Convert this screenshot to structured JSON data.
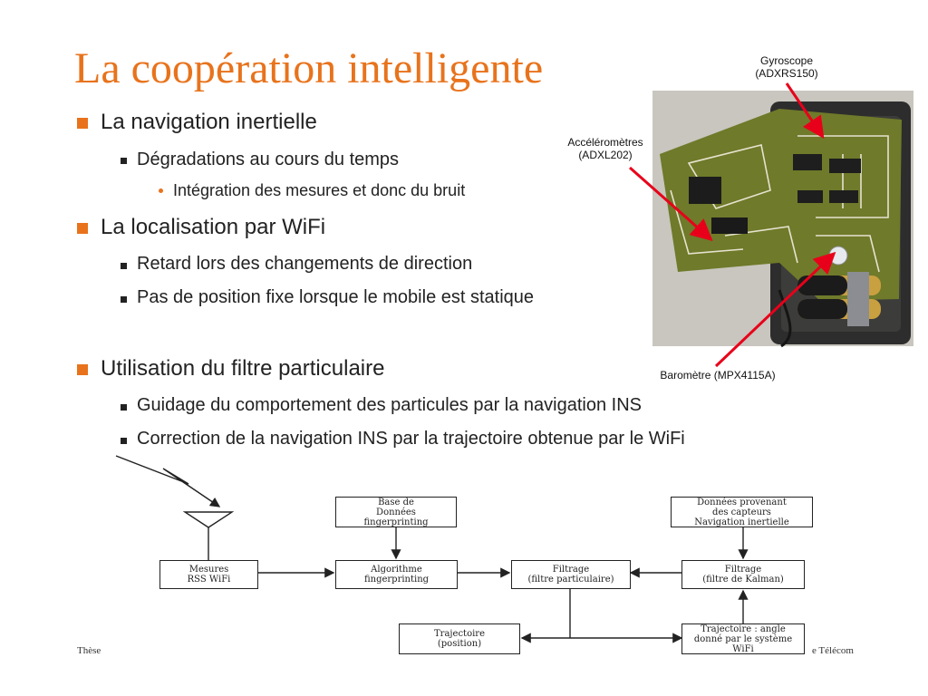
{
  "slide": {
    "title": "La coopération intelligente",
    "bullets": {
      "nav_inertielle": "La navigation inertielle",
      "degradations": "Dégradations au cours du temps",
      "integration": "Intégration des mesures et donc du bruit",
      "loc_wifi": "La localisation par WiFi",
      "retard": "Retard lors des changements de direction",
      "pas_position": "Pas de position fixe lorsque le mobile est statique",
      "filtre": "Utilisation du filtre particulaire",
      "guidage": "Guidage du comportement des particules par la navigation INS",
      "correction": "Correction de la navigation INS par la trajectoire obtenue par le WiFi"
    }
  },
  "photo": {
    "callouts": {
      "gyroscope_line1": "Gyroscope",
      "gyroscope_line2": "(ADXRS150)",
      "accel_line1": "Accéléromètres",
      "accel_line2": "(ADXL202)",
      "barometre": "Baromètre (MPX4115A)"
    },
    "colors": {
      "arrow": "#e8001a",
      "board": "#6f7a2a",
      "case": "#2d2d2d"
    }
  },
  "diagram": {
    "boxes": {
      "base_donnees": [
        "Base de",
        "Données",
        "fingerprinting"
      ],
      "donnees_capteurs": [
        "Données provenant",
        "des capteurs",
        "Navigation inertielle"
      ],
      "mesures": [
        "Mesures",
        "RSS WiFi"
      ],
      "algorithme": [
        "Algorithme",
        "fingerprinting"
      ],
      "filtrage_particulaire": [
        "Filtrage",
        "(filtre particulaire)"
      ],
      "filtrage_kalman": [
        "Filtrage",
        "(filtre de Kalman)"
      ],
      "trajectoire_position": [
        "Trajectoire",
        "(position)"
      ],
      "trajectoire_angle": [
        "Trajectoire : angle",
        "donné par le système",
        "WiFi"
      ]
    }
  },
  "footer": {
    "left": "Thèse",
    "right": "e Télécom"
  },
  "theme": {
    "accent": "#e8731c",
    "text": "#222222"
  }
}
